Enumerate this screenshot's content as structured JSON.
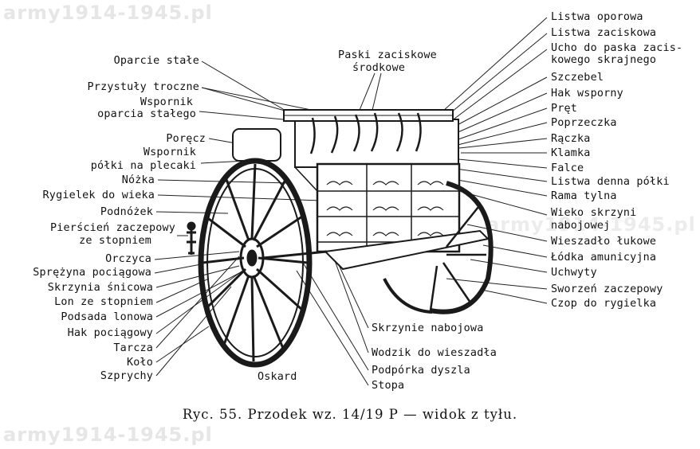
{
  "watermark": "army1914-1945.pl",
  "caption": "Ryc. 55.  Przodek wz. 14/19 P — widok z tyłu.",
  "labels_left": [
    "Oparcie stałe",
    "Przystuły troczne",
    "Wspornik",
    "oparcia stałego",
    "Poręcz",
    "Wspornik",
    "półki na plecaki",
    "Nóżka",
    "Rygielek do wieka",
    "Podnóżek",
    "Pierścień zaczepowy",
    "ze stopniem",
    "Orczyca",
    "Sprężyna pociągowa",
    "Skrzynia śnicowa",
    "Lon ze stopniem",
    "Podsada lonowa",
    "Hak pociągowy",
    "Tarcza",
    "Koło",
    "Szprychy"
  ],
  "labels_right": [
    "Listwa oporowa",
    "Listwa zaciskowa",
    "Ucho do paska zacis-",
    "kowego skrajnego",
    "Szczebel",
    "Hak wsporny",
    "Pręt",
    "Poprzeczka",
    "Rączka",
    "Klamka",
    "Falce",
    "Listwa denna półki",
    "Rama tylna",
    "Wieko skrzyni",
    "nabojowej",
    "Wieszadło łukowe",
    "Łódka amunicyjna",
    "Uchwyty",
    "Sworzeń zaczepowy",
    "Czop do rygielka"
  ],
  "labels_center": {
    "top_line1": "Paski zaciskowe",
    "top_line2": "środkowe",
    "oskard": "Oskard",
    "bottom": [
      "Skrzynie nabojowa",
      "Wodzik do wieszadła",
      "Podpórka dyszla",
      "Stopa"
    ]
  }
}
